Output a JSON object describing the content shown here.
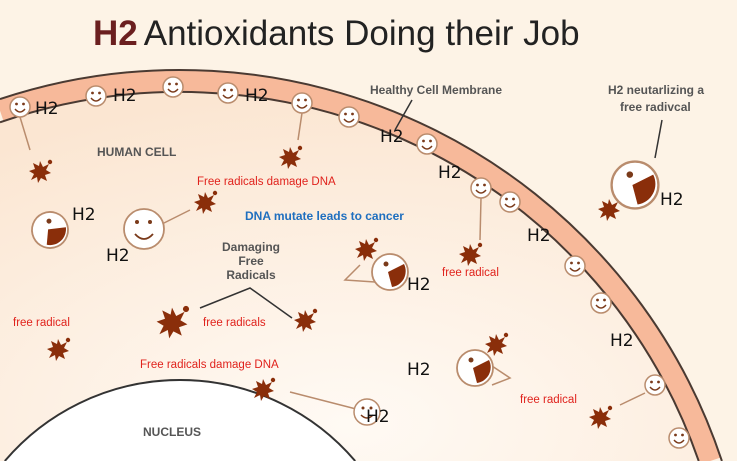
{
  "title": {
    "prefix": "H2",
    "rest": "Antioxidants Doing their Job"
  },
  "labels": {
    "membrane": "Healthy Cell Membrane",
    "neutralizing_line1": "H2 neutarlizing a",
    "neutralizing_line2": "free radivcal",
    "human_cell": "HUMAN CELL",
    "nucleus": "NUCLEUS",
    "damaging_line1": "Damaging",
    "damaging_line2": "Free",
    "damaging_line3": "Radicals",
    "dna_mutate": "DNA mutate leads to cancer",
    "damage_dna_1": "Free radicals damage DNA",
    "damage_dna_2": "Free radicals damage DNA",
    "free_radicals": "free radicals",
    "free_radical_left": "free radical",
    "free_radical_mid": "free radical",
    "free_radical_right": "free radical",
    "h2": "H2"
  },
  "colors": {
    "title_accent": "#6b1f1f",
    "radical": "#8a2e0a",
    "membrane": "#f7b99a",
    "annotation_red": "#e0221c",
    "annotation_blue": "#1f6fbf",
    "background": "#fdf3e6"
  }
}
